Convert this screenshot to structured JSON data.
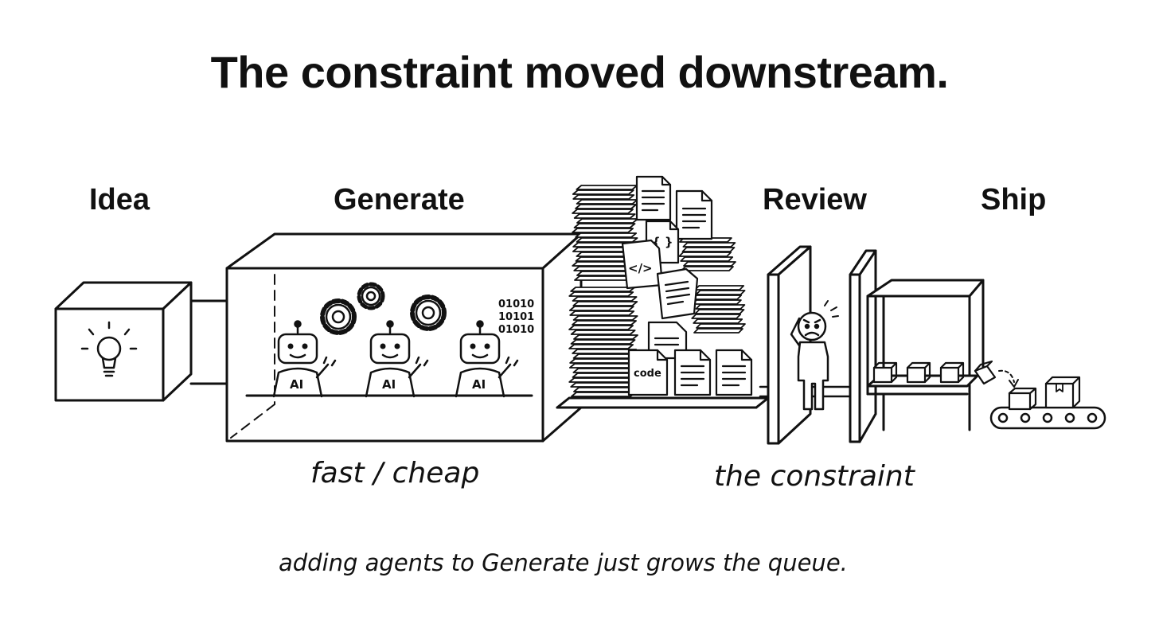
{
  "title": "The constraint moved downstream.",
  "stages": {
    "idea": "Idea",
    "generate": "Generate",
    "review": "Review",
    "ship": "Ship"
  },
  "annotations": {
    "generate_note": "fast / cheap",
    "review_note": "the constraint",
    "footer": "adding agents to Generate just grows the queue."
  },
  "robots": [
    {
      "badge": "AI"
    },
    {
      "badge": "AI"
    },
    {
      "badge": "AI"
    }
  ],
  "binary_lines": [
    "01010",
    "10101",
    "01010"
  ],
  "queue_docs": {
    "code_tag": "</>",
    "braces_tag": "{ }",
    "code_label": "code"
  }
}
